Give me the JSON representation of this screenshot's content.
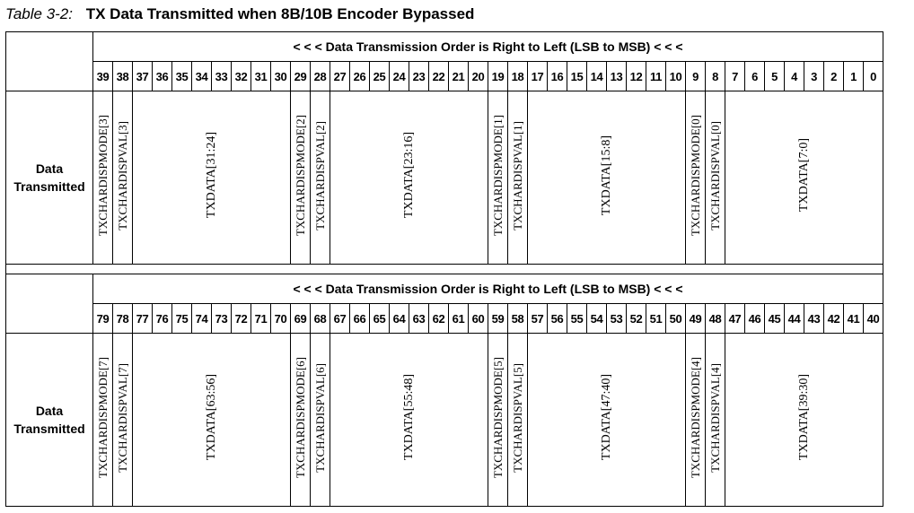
{
  "caption": {
    "number": "Table 3-2:",
    "title": "TX Data Transmitted when 8B/10B Encoder Bypassed"
  },
  "sections": [
    {
      "order_heading": "< < < Data Transmission Order is Right to Left (LSB to MSB) < < <",
      "bits": [
        "39",
        "38",
        "37",
        "36",
        "35",
        "34",
        "33",
        "32",
        "31",
        "30",
        "29",
        "28",
        "27",
        "26",
        "25",
        "24",
        "23",
        "22",
        "21",
        "20",
        "19",
        "18",
        "17",
        "16",
        "15",
        "14",
        "13",
        "12",
        "11",
        "10",
        "9",
        "8",
        "7",
        "6",
        "5",
        "4",
        "3",
        "2",
        "1",
        "0"
      ],
      "row_label": [
        "Data",
        "Transmitted"
      ],
      "fields": [
        {
          "label": "TXCHARDISPMODE[3]"
        },
        {
          "label": "TXCHARDISPVAL[3]"
        },
        {
          "label": "TXDATA[31:24]"
        },
        {
          "label": "TXCHARDISPMODE[2]"
        },
        {
          "label": "TXCHARDISPVAL[2]"
        },
        {
          "label": "TXDATA[23:16]"
        },
        {
          "label": "TXCHARDISPMODE[1]"
        },
        {
          "label": "TXCHARDISPVAL[1]"
        },
        {
          "label": "TXDATA[15:8]"
        },
        {
          "label": "TXCHARDISPMODE[0]"
        },
        {
          "label": "TXCHARDISPVAL[0]"
        },
        {
          "label": "TXDATA[7:0]"
        }
      ]
    },
    {
      "order_heading": "< < < Data Transmission Order is Right to Left (LSB to MSB) < < <",
      "bits": [
        "79",
        "78",
        "77",
        "76",
        "75",
        "74",
        "73",
        "72",
        "71",
        "70",
        "69",
        "68",
        "67",
        "66",
        "65",
        "64",
        "63",
        "62",
        "61",
        "60",
        "59",
        "58",
        "57",
        "56",
        "55",
        "54",
        "53",
        "52",
        "51",
        "50",
        "49",
        "48",
        "47",
        "46",
        "45",
        "44",
        "43",
        "42",
        "41",
        "40"
      ],
      "row_label": [
        "Data",
        "Transmitted"
      ],
      "fields": [
        {
          "label": "TXCHARDISPMODE[7]"
        },
        {
          "label": "TXCHARDISPVAL[7]"
        },
        {
          "label": "TXDATA[63:56]"
        },
        {
          "label": "TXCHARDISPMODE[6]"
        },
        {
          "label": "TXCHARDISPVAL[6]"
        },
        {
          "label": "TXDATA[55:48]"
        },
        {
          "label": "TXCHARDISPMODE[5]"
        },
        {
          "label": "TXCHARDISPVAL[5]"
        },
        {
          "label": "TXDATA[47:40]"
        },
        {
          "label": "TXCHARDISPMODE[4]"
        },
        {
          "label": "TXCHARDISPVAL[4]"
        },
        {
          "label": "TXDATA[39:30]"
        }
      ]
    }
  ]
}
